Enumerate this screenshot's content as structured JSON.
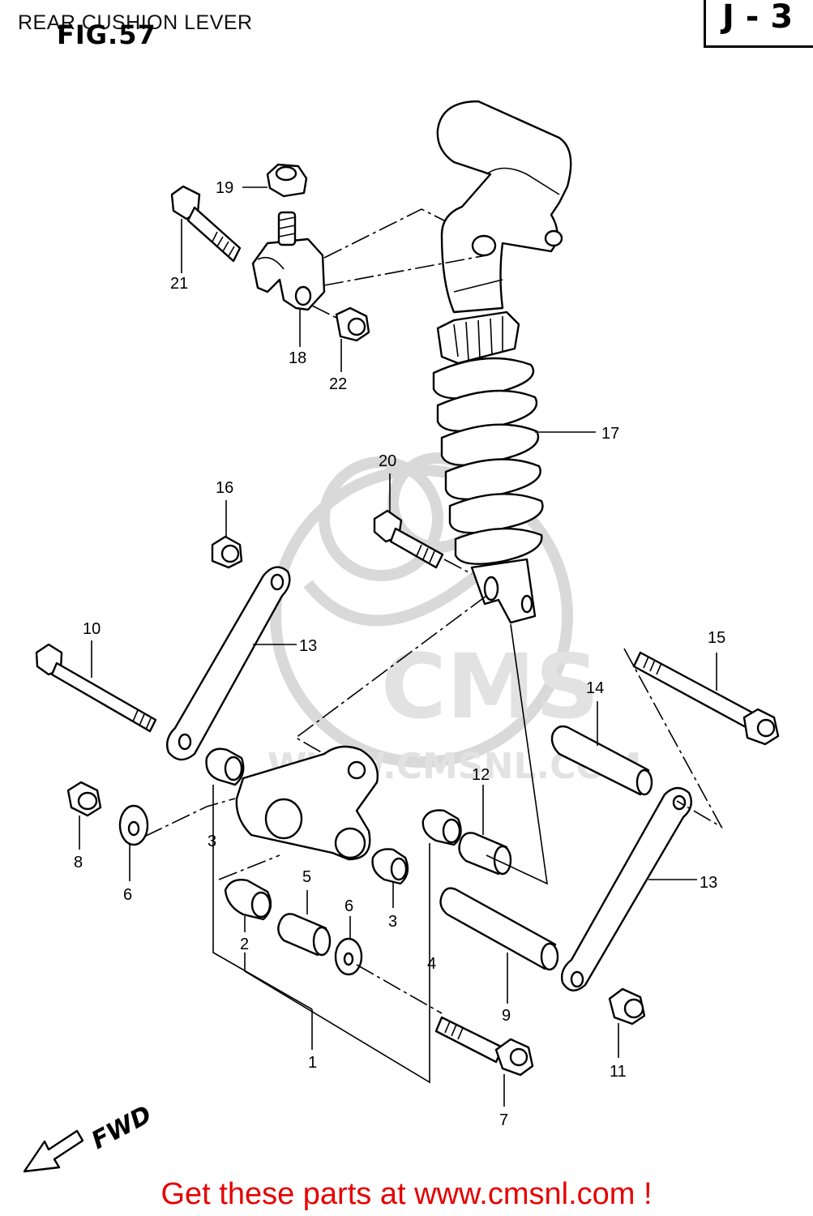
{
  "page": {
    "title": "REAR CUSHION LEVER",
    "figure_label": "FIG.57",
    "page_code": "J - 3",
    "fwd_label": "FWD",
    "call_to_action": "Get these parts at www.cmsnl.com !"
  },
  "watermark": {
    "brand": "CMS",
    "url": "WWW.CMSNL.COM"
  },
  "callouts": {
    "c1": "1",
    "c2": "2",
    "c3a": "3",
    "c3b": "3",
    "c4": "4",
    "c5": "5",
    "c6a": "6",
    "c6b": "6",
    "c7": "7",
    "c8": "8",
    "c9": "9",
    "c10": "10",
    "c11": "11",
    "c12": "12",
    "c13a": "13",
    "c13b": "13",
    "c14": "14",
    "c15": "15",
    "c16": "16",
    "c17": "17",
    "c18": "18",
    "c19": "19",
    "c20": "20",
    "c21": "21",
    "c22": "22"
  },
  "colors": {
    "cta": "#e60000",
    "line": "#000000",
    "watermark": "#d9d9d9"
  }
}
